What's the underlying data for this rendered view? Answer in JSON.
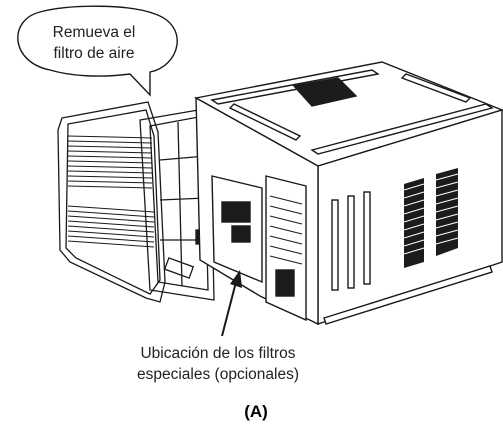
{
  "callout": {
    "line1": "Remueva el",
    "line2": "filtro de aire"
  },
  "location_label": {
    "line1": "Ubicación de los filtros",
    "line2": "especiales (opcionales)"
  },
  "figure_label": "(A)",
  "colors": {
    "line": "#1a1a1a",
    "dark_fill": "#1c1c1c",
    "background": "#ffffff"
  }
}
